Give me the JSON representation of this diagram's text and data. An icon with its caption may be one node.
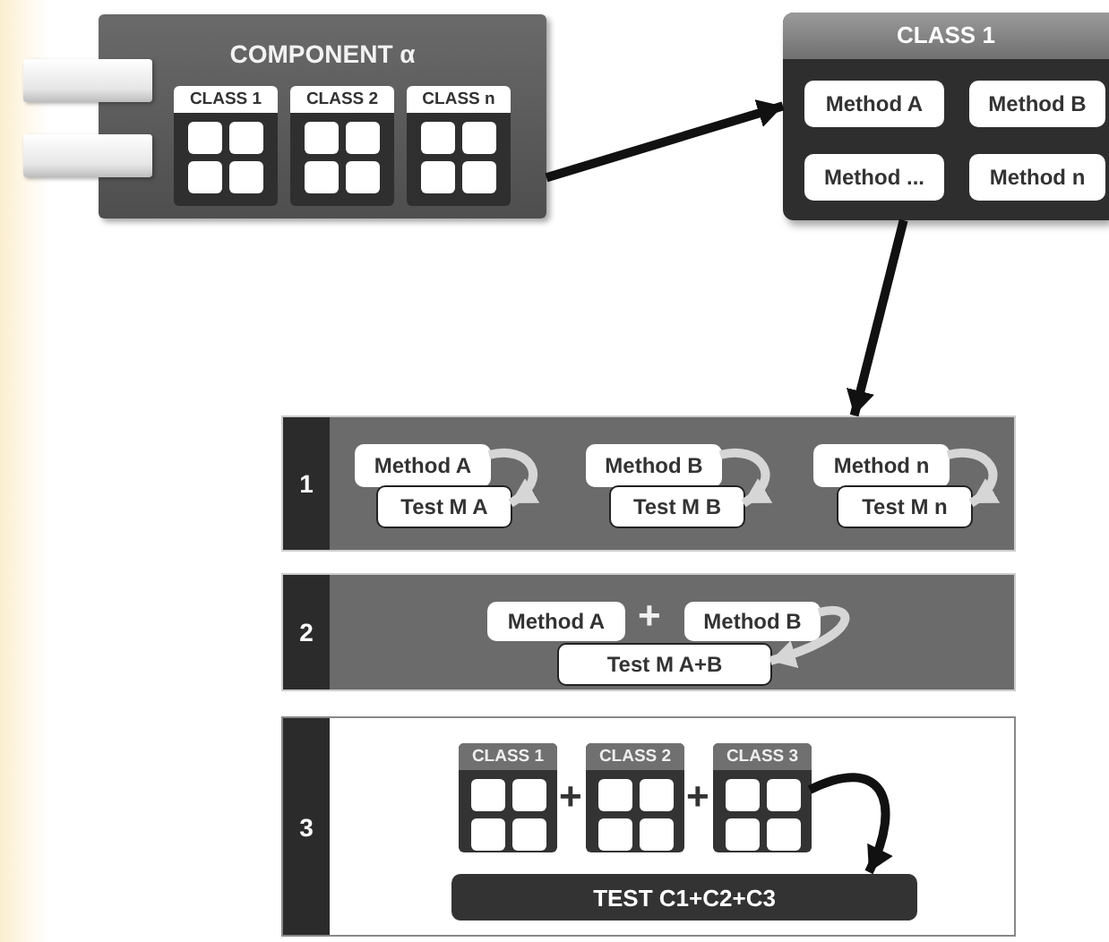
{
  "diagram": {
    "nodes": [
      {
        "text": [
          "COMPONENT α"
        ]
      },
      {
        "text": [
          "CLASS 1"
        ],
        "in": 0
      },
      {
        "text": [
          "CLASS 2"
        ],
        "in": 0
      },
      {
        "text": [
          "CLASS n"
        ],
        "in": 0
      },
      {
        "text": [],
        "shape": "bar"
      },
      {
        "text": [],
        "shape": "bar"
      },
      {
        "text": [
          "CLASS 1"
        ]
      },
      {
        "text": [
          "Method A"
        ],
        "in": 6
      },
      {
        "text": [
          "Method B"
        ],
        "in": 6
      },
      {
        "text": [
          "Method ..."
        ],
        "in": 6
      },
      {
        "text": [
          "Method n"
        ],
        "in": 6
      },
      {
        "text": [
          "1"
        ]
      },
      {
        "text": [
          "Method A"
        ],
        "in": 11
      },
      {
        "text": [
          "Test M A"
        ],
        "in": 11
      },
      {
        "text": [
          "Method B"
        ],
        "in": 11
      },
      {
        "text": [
          "Test M B"
        ],
        "in": 11
      },
      {
        "text": [
          "Method n"
        ],
        "in": 11
      },
      {
        "text": [
          "Test M n"
        ],
        "in": 11
      },
      {
        "text": [
          "2"
        ]
      },
      {
        "text": [
          "Method A"
        ],
        "in": 18
      },
      {
        "text": [
          "Method B"
        ],
        "in": 18
      },
      {
        "text": [
          "Test M A+B"
        ],
        "in": 18
      },
      {
        "text": [
          "3"
        ]
      },
      {
        "text": [
          "CLASS 1"
        ],
        "in": 22
      },
      {
        "text": [
          "CLASS 2"
        ],
        "in": 22
      },
      {
        "text": [
          "CLASS 3"
        ],
        "in": 22
      },
      {
        "text": [
          "TEST C1+C2+C3"
        ],
        "in": 22
      }
    ],
    "edges": [
      {
        "from": 0,
        "to": 6,
        "arrow": "to",
        "color": "#111111"
      },
      {
        "from": 6,
        "to": 11,
        "arrow": "to",
        "color": "#111111"
      },
      {
        "from": 12,
        "to": 13,
        "arrow": "to"
      },
      {
        "from": 14,
        "to": 15,
        "arrow": "to"
      },
      {
        "from": 16,
        "to": 17,
        "arrow": "to"
      },
      {
        "from": 20,
        "to": 21,
        "arrow": "to"
      },
      {
        "from": 25,
        "to": 26,
        "arrow": "to",
        "color": "#111111"
      }
    ],
    "labels": [
      "+",
      "+",
      "+"
    ]
  }
}
